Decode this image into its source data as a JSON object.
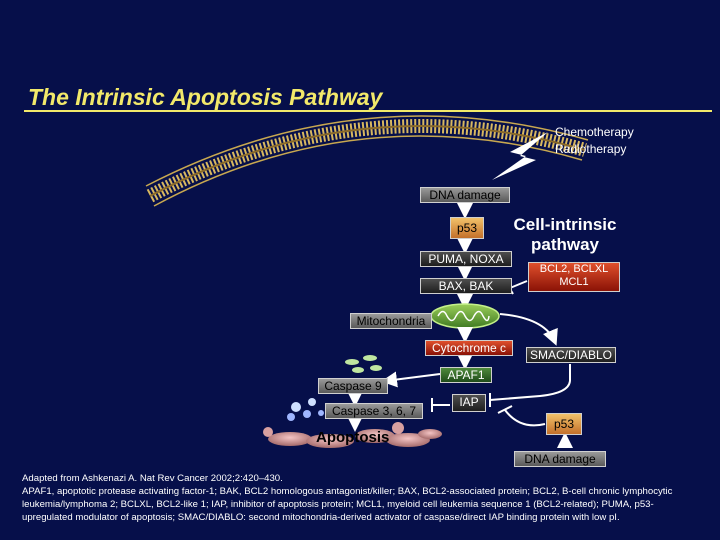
{
  "title": "The Intrinsic Apoptosis Pathway",
  "labels": {
    "chemo": "Chemotherapy",
    "radio": "Radiotherapy",
    "dna_damage_top": "DNA damage",
    "p53_top": "p53",
    "cell_intrinsic": "Cell-intrinsic pathway",
    "puma_noxa": "PUMA, NOXA",
    "bcl2": "BCL2, BCLXL MCL1",
    "bax_bak": "BAX, BAK",
    "mitochondria": "Mitochondria",
    "cytochrome_c": "Cytochrome c",
    "smac": "SMAC/DIABLO",
    "apaf1": "APAF1",
    "caspase9": "Caspase 9",
    "iap": "IAP",
    "caspase367": "Caspase 3, 6, 7",
    "p53_bottom": "p53",
    "apoptosis": "Apoptosis",
    "dna_damage_bottom": "DNA damage"
  },
  "caption": {
    "source": "Adapted from Ashkenazi A. Nat Rev Cancer 2002;2:420–430.",
    "abbreviations": "APAF1, apoptotic protease activating factor-1; BAK, BCL2 homologous antagonist/killer; BAX, BCL2-associated protein; BCL2, B-cell chronic lymphocytic leukemia/lymphoma 2; BCLXL, BCL2-like 1; IAP, inhibitor of apoptosis protein; MCL1, myeloid cell leukemia sequence 1 (BCL2-related); PUMA, p53-upregulated modulator of apoptosis; SMAC/DIABLO: second mitochondria-derived activator of caspase/direct IAP binding protein with low pI."
  },
  "colors": {
    "background": "#060f4a",
    "title": "#f2e96a",
    "membrane": "#d8b860",
    "arrow": "#ffffff",
    "inhibit": "#ffffff"
  },
  "icons": [
    "lightning-icon",
    "mitochondrion-icon",
    "cell-membrane-icon",
    "caspase-cluster-icon",
    "apoptotic-cells-icon"
  ]
}
